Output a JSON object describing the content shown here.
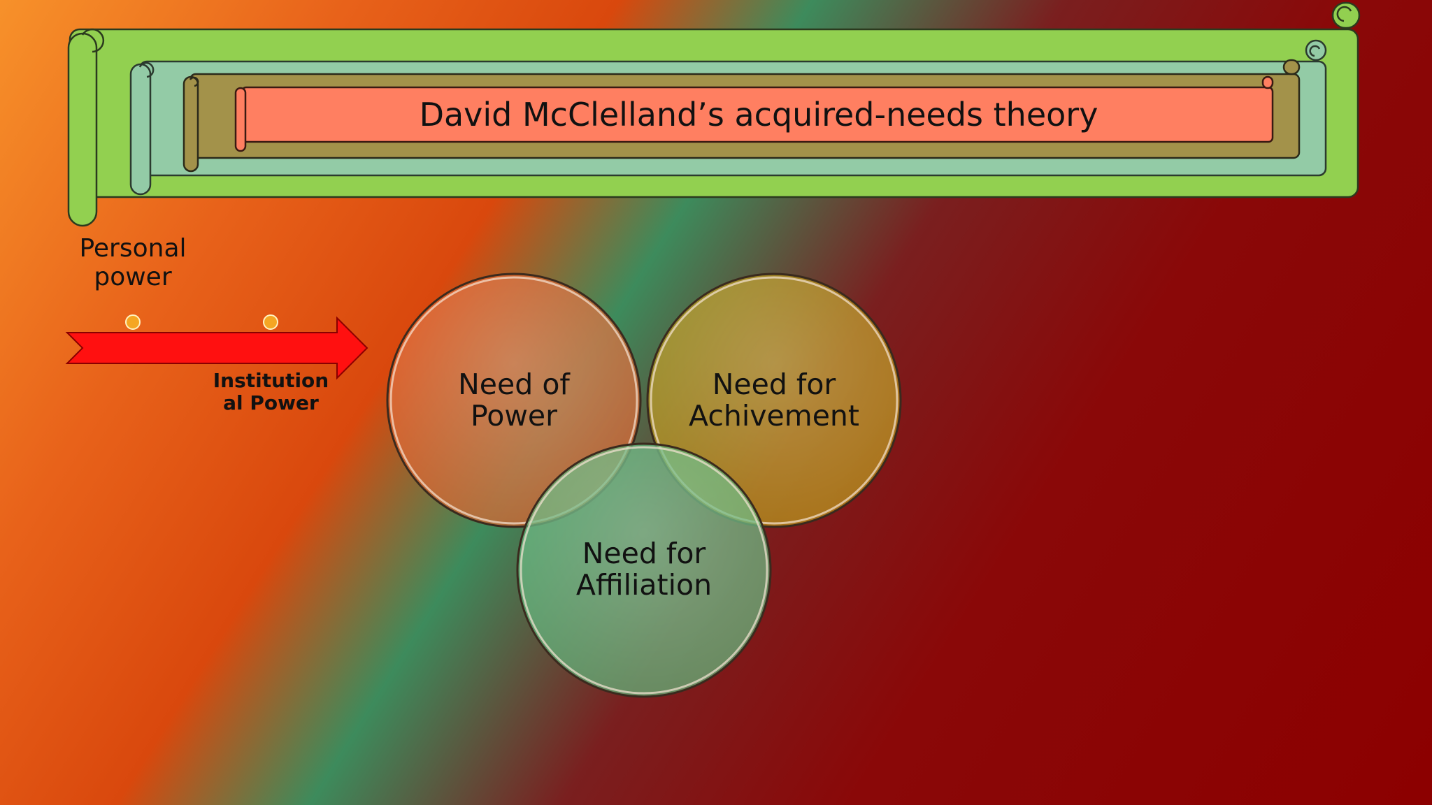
{
  "title": "David McClelland’s acquired-needs theory",
  "arrow": {
    "left_label": "Personal power",
    "right_label": "Institution al Power"
  },
  "venn": [
    {
      "label": "Need of Power",
      "color": "#d9642f"
    },
    {
      "label": "Need for Achivement",
      "color": "#b9961a"
    },
    {
      "label": "Need for Affiliation",
      "color": "#5fb47a"
    }
  ],
  "colors": {
    "scroll_outer": "#92d050",
    "scroll_second": "#93cba6",
    "scroll_third": "#a3924a",
    "scroll_inner": "#ff7f61",
    "arrow": "#ff1010",
    "dot": "#f5a623"
  }
}
